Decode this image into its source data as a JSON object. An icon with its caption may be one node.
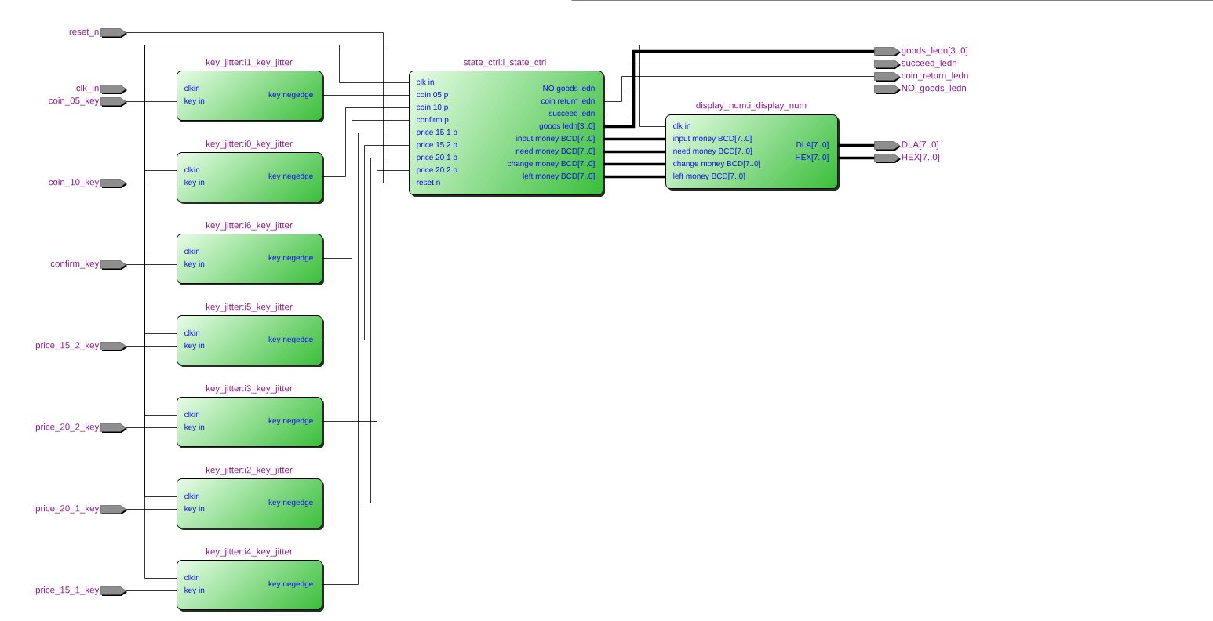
{
  "diagram": {
    "nodes": [
      {
        "text": [
          "reset_n"
        ]
      },
      {
        "text": [
          "clk_in"
        ]
      },
      {
        "text": [
          "coin_05_key"
        ]
      },
      {
        "text": [
          "key_jitter:i1_key_jitter",
          "clkin",
          "key in",
          "key negedge"
        ]
      },
      {
        "text": [
          "coin_10_key"
        ]
      },
      {
        "text": [
          "key_jitter:i0_key_jitter",
          "clkin",
          "key in",
          "key negedge"
        ]
      },
      {
        "text": [
          "confirm_key"
        ]
      },
      {
        "text": [
          "key_jitter:i6_key_jitter",
          "clkin",
          "key in",
          "key negedge"
        ]
      },
      {
        "text": [
          "price_15_2_key"
        ]
      },
      {
        "text": [
          "key_jitter:i5_key_jitter",
          "clkin",
          "key in",
          "key negedge"
        ]
      },
      {
        "text": [
          "price_20_2_key"
        ]
      },
      {
        "text": [
          "key_jitter:i3_key_jitter",
          "clkin",
          "key in",
          "key negedge"
        ]
      },
      {
        "text": [
          "price_20_1_key"
        ]
      },
      {
        "text": [
          "key_jitter:i2_key_jitter",
          "clkin",
          "key in",
          "key negedge"
        ]
      },
      {
        "text": [
          "price_15_1_key"
        ]
      },
      {
        "text": [
          "key_jitter:i4_key_jitter",
          "clkin",
          "key in",
          "key negedge"
        ]
      },
      {
        "text": [
          "state_ctrl:i_state_ctrl",
          "clk in",
          "coin 05 p",
          "coin 10 p",
          "confirm p",
          "price 15 1 p",
          "price 15 2 p",
          "price 20 1 p",
          "price 20 2 p",
          "reset n",
          "NO goods ledn",
          "coin return ledn",
          "succeed ledn",
          "goods ledn[3..0]",
          "input money BCD[7..0]",
          "need money BCD[7..0]",
          "change money BCD[7..0]",
          "left money BCD[7..0]"
        ]
      },
      {
        "text": [
          "display_num:i_display_num",
          "clk in",
          "input money BCD[7..0]",
          "need money BCD[7..0]",
          "change money BCD[7..0]",
          "left money BCD[7..0]",
          "DLA[7..0]",
          "HEX[7..0]"
        ]
      },
      {
        "text": [
          "goods_ledn[3..0]"
        ]
      },
      {
        "text": [
          "succeed_ledn"
        ]
      },
      {
        "text": [
          "coin_return_ledn"
        ]
      },
      {
        "text": [
          "NO_goods_ledn"
        ]
      },
      {
        "text": [
          "DLA[7..0]"
        ]
      },
      {
        "text": [
          "HEX[7..0]"
        ]
      }
    ],
    "edges": [
      {
        "from": 0,
        "to": 16,
        "arrow": "none"
      },
      {
        "from": 1,
        "to": 3,
        "arrow": "none"
      },
      {
        "from": 1,
        "to": 5,
        "arrow": "none"
      },
      {
        "from": 1,
        "to": 7,
        "arrow": "none"
      },
      {
        "from": 1,
        "to": 9,
        "arrow": "none"
      },
      {
        "from": 1,
        "to": 11,
        "arrow": "none"
      },
      {
        "from": 1,
        "to": 13,
        "arrow": "none"
      },
      {
        "from": 1,
        "to": 15,
        "arrow": "none"
      },
      {
        "from": 1,
        "to": 16,
        "arrow": "none"
      },
      {
        "from": 1,
        "to": 17,
        "arrow": "none"
      },
      {
        "from": 2,
        "to": 3,
        "arrow": "none"
      },
      {
        "from": 4,
        "to": 5,
        "arrow": "none"
      },
      {
        "from": 6,
        "to": 7,
        "arrow": "none"
      },
      {
        "from": 8,
        "to": 9,
        "arrow": "none"
      },
      {
        "from": 10,
        "to": 11,
        "arrow": "none"
      },
      {
        "from": 12,
        "to": 13,
        "arrow": "none"
      },
      {
        "from": 14,
        "to": 15,
        "arrow": "none"
      },
      {
        "from": 3,
        "to": 16,
        "arrow": "none"
      },
      {
        "from": 5,
        "to": 16,
        "arrow": "none"
      },
      {
        "from": 7,
        "to": 16,
        "arrow": "none"
      },
      {
        "from": 9,
        "to": 16,
        "arrow": "none"
      },
      {
        "from": 11,
        "to": 16,
        "arrow": "none"
      },
      {
        "from": 13,
        "to": 16,
        "arrow": "none"
      },
      {
        "from": 15,
        "to": 16,
        "arrow": "none"
      },
      {
        "from": 16,
        "to": 21,
        "arrow": "none"
      },
      {
        "from": 16,
        "to": 20,
        "arrow": "none"
      },
      {
        "from": 16,
        "to": 19,
        "arrow": "none"
      },
      {
        "from": 16,
        "to": 18,
        "arrow": "none",
        "style": "thick"
      },
      {
        "from": 16,
        "to": 17,
        "arrow": "none",
        "style": "thick"
      },
      {
        "from": 16,
        "to": 17,
        "arrow": "none",
        "style": "thick"
      },
      {
        "from": 16,
        "to": 17,
        "arrow": "none",
        "style": "thick"
      },
      {
        "from": 16,
        "to": 17,
        "arrow": "none",
        "style": "thick"
      },
      {
        "from": 17,
        "to": 22,
        "arrow": "none",
        "style": "thick"
      },
      {
        "from": 17,
        "to": 23,
        "arrow": "none",
        "style": "thick"
      }
    ]
  }
}
